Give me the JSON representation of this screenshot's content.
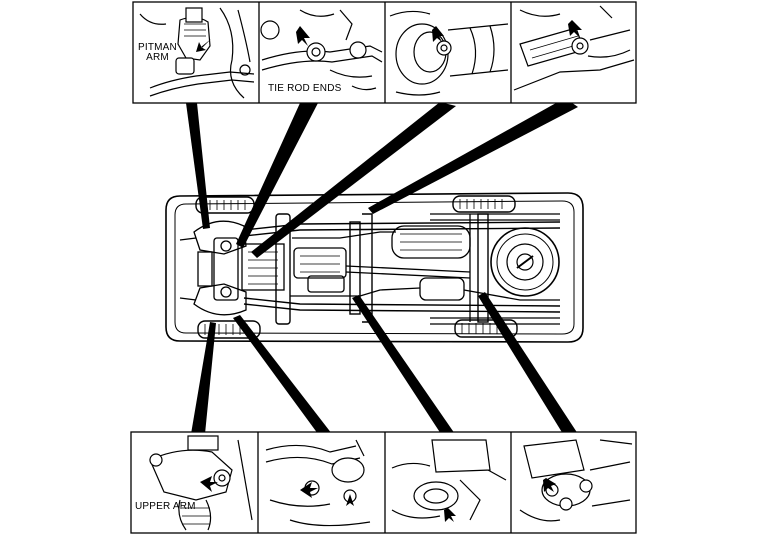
{
  "labels": {
    "pitman_arm": "PITMAN ARM",
    "pitman_line1": "PITMAN",
    "pitman_line2": "ARM",
    "tie_rod_ends": "TIE ROD ENDS",
    "upper_arm": "UPPER ARM"
  },
  "colors": {
    "ink": "#000000",
    "paper": "#ffffff"
  }
}
